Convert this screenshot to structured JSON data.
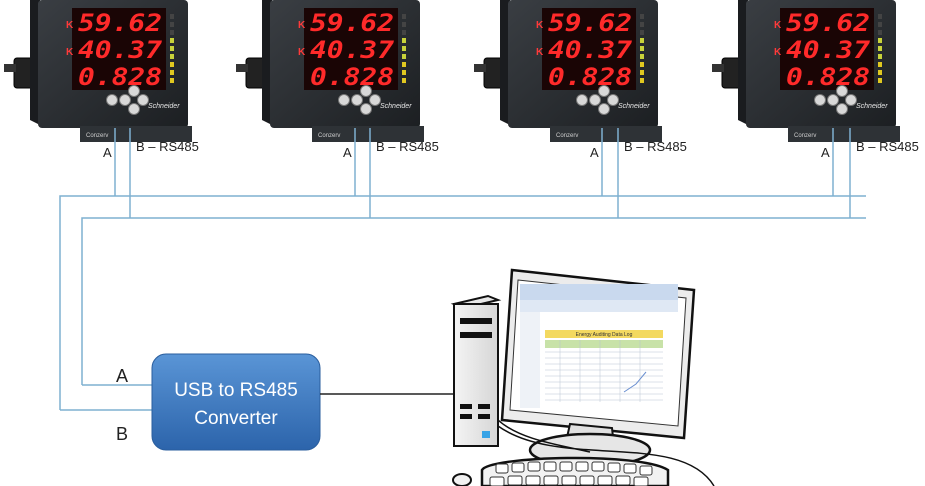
{
  "meters": [
    {
      "readings": [
        "59.62",
        "40.37",
        "0.828"
      ],
      "brand": "Schneider",
      "model": "Conzerv",
      "label_a": "A",
      "label_b": "B – RS485"
    },
    {
      "readings": [
        "59.62",
        "40.37",
        "0.828"
      ],
      "brand": "Schneider",
      "model": "Conzerv",
      "label_a": "A",
      "label_b": "B – RS485"
    },
    {
      "readings": [
        "59.62",
        "40.37",
        "0.828"
      ],
      "brand": "Schneider",
      "model": "Conzerv",
      "label_a": "A",
      "label_b": "B – RS485"
    },
    {
      "readings": [
        "59.62",
        "40.37",
        "0.828"
      ],
      "brand": "Schneider",
      "model": "Conzerv",
      "label_a": "A",
      "label_b": "B – RS485"
    }
  ],
  "converter": {
    "line1": "USB to RS485",
    "line2": "Converter",
    "label_a": "A",
    "label_b": "B"
  },
  "spreadsheet": {
    "title": "Energy Auditing Data Log"
  },
  "colors": {
    "bus_line": "#7fb0d0",
    "converter_fill": "#3a78c0",
    "segment_red": "#ff2a2a",
    "meter_body": "#2b2f33"
  }
}
